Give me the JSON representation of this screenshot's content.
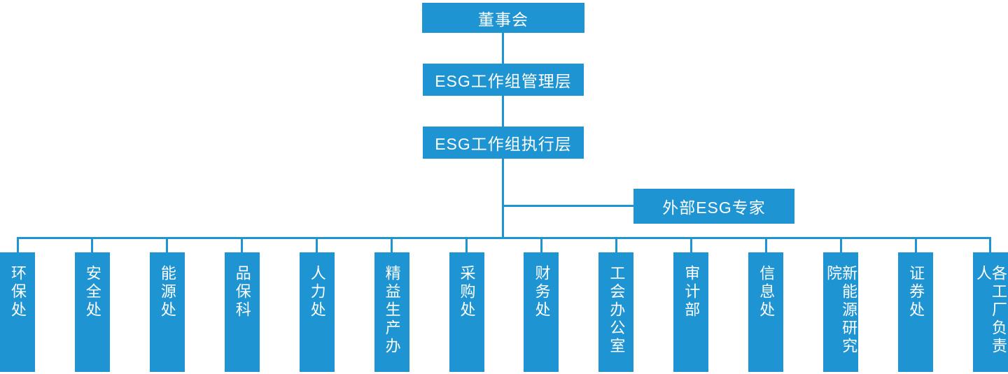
{
  "colors": {
    "primary": "#1E94D2",
    "text_on_primary": "#FFFFFF",
    "background": "#FFFFFF"
  },
  "org_chart": {
    "board": {
      "label": "董事会"
    },
    "management": {
      "label": "ESG工作组管理层"
    },
    "execution": {
      "label": "ESG工作组执行层"
    },
    "external_experts": {
      "label": "外部ESG专家"
    },
    "departments": [
      {
        "label": "环保处"
      },
      {
        "label": "安全处"
      },
      {
        "label": "能源处"
      },
      {
        "label": "品保科"
      },
      {
        "label": "人力处"
      },
      {
        "label": "精益生产办"
      },
      {
        "label": "采购处"
      },
      {
        "label": "财务处"
      },
      {
        "label": "工会办公室"
      },
      {
        "label": "审计部"
      },
      {
        "label": "信息处"
      },
      {
        "label": "新能源研究院"
      },
      {
        "label": "证券处"
      },
      {
        "label": "各工厂负责人"
      }
    ]
  }
}
